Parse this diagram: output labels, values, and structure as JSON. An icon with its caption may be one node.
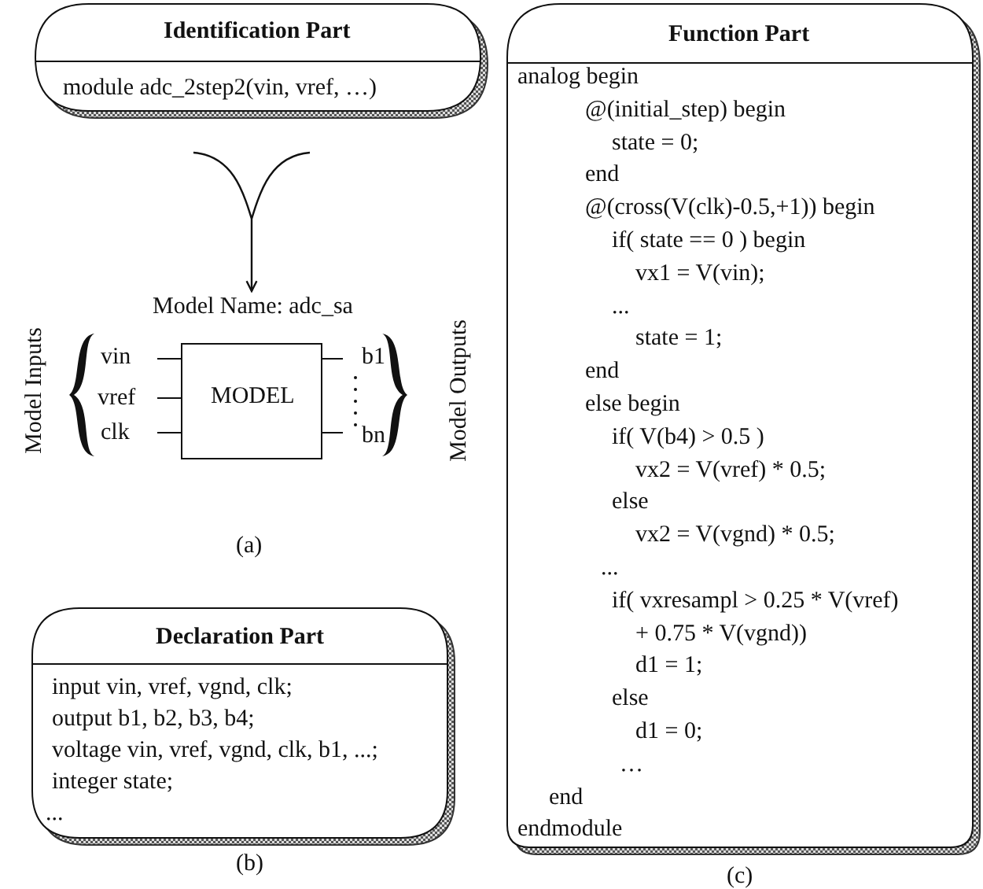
{
  "diagram": {
    "nodes": [
      {
        "text": [
          "Identification Part",
          "module adc_2step2(vin, vref, …)"
        ]
      },
      {
        "text": [
          "Model Name: adc_sa",
          "MODEL"
        ]
      },
      {
        "text": [
          "Declaration Part",
          "input vin, vref, vgnd, clk;",
          "output b1, b2, b3, b4;",
          "voltage vin, vref, vgnd, clk, b1, ...;",
          "integer state;",
          "..."
        ]
      },
      {
        "text": [
          "Function Part",
          "analog begin",
          "@(initial_step) begin",
          "state = 0;",
          "end",
          "@(cross(V(clk)-0.5,+1)) begin",
          "if( state == 0 ) begin",
          "vx1 = V(vin);",
          "...",
          "state = 1;",
          "end",
          "else begin",
          "if( V(b4) > 0.5 )",
          "vx2 = V(vref) * 0.5;",
          "else",
          "vx2 = V(vgnd) * 0.5;",
          "...",
          "if( vxresampl > 0.25 * V(vref)",
          "+ 0.75 * V(vgnd))",
          "d1 = 1;",
          "else",
          "d1 = 0;",
          "…",
          "end",
          "endmodule"
        ]
      }
    ],
    "edges": [
      {
        "from": 0,
        "to": 1,
        "arrow": "to"
      }
    ],
    "labels": [
      "Model Inputs",
      "vin",
      "vref",
      "clk",
      "b1",
      "bn",
      "Model Outputs",
      "(a)",
      "(b)",
      "(c)"
    ]
  }
}
